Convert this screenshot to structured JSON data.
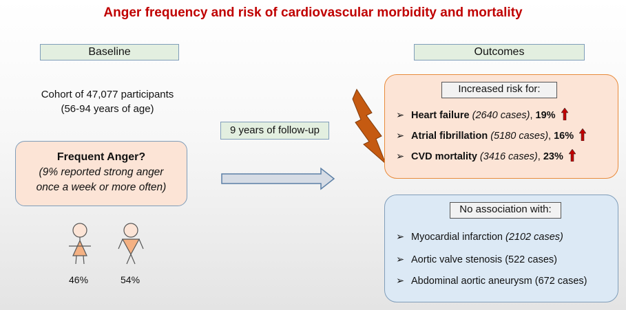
{
  "title": "Anger frequency and risk of cardiovascular morbidity and mortality",
  "baseline": {
    "label": "Baseline",
    "cohort_line1": "Cohort of 47,077 participants",
    "cohort_line2": "(56-94 years of age)",
    "question": "Frequent Anger?",
    "note_line1": "(9% reported strong anger",
    "note_line2": "once a week or more often)",
    "female_pct": "46%",
    "male_pct": "54%"
  },
  "followup": {
    "label": "9 years of follow-up"
  },
  "outcomes": {
    "label": "Outcomes",
    "increased": {
      "header": "Increased risk for:",
      "items": [
        {
          "name": "Heart failure",
          "cases": "(2640 cases)",
          "sep": ", ",
          "pct": "19%"
        },
        {
          "name": "Atrial fibrillation",
          "cases": "(5180 cases)",
          "sep": ", ",
          "pct": "16%"
        },
        {
          "name": "CVD mortality",
          "cases": "(3416 cases)",
          "sep": ", ",
          "pct": "23%"
        }
      ]
    },
    "no_association": {
      "header": "No association with:",
      "items": [
        {
          "name": "Myocardial infarction",
          "cases": "(2102 cases)"
        },
        {
          "name": "Aortic valve stenosis",
          "cases": "(522 cases)"
        },
        {
          "name": "Abdominal aortic aneurysm",
          "cases": "(672 cases)"
        }
      ]
    }
  },
  "colors": {
    "title": "#c00000",
    "up_arrow": "#c00000",
    "lightning": "#c55a11",
    "figure_fill": "#f4b183",
    "risk_box": "#fce4d6",
    "no_assoc_box": "#dce9f5"
  }
}
